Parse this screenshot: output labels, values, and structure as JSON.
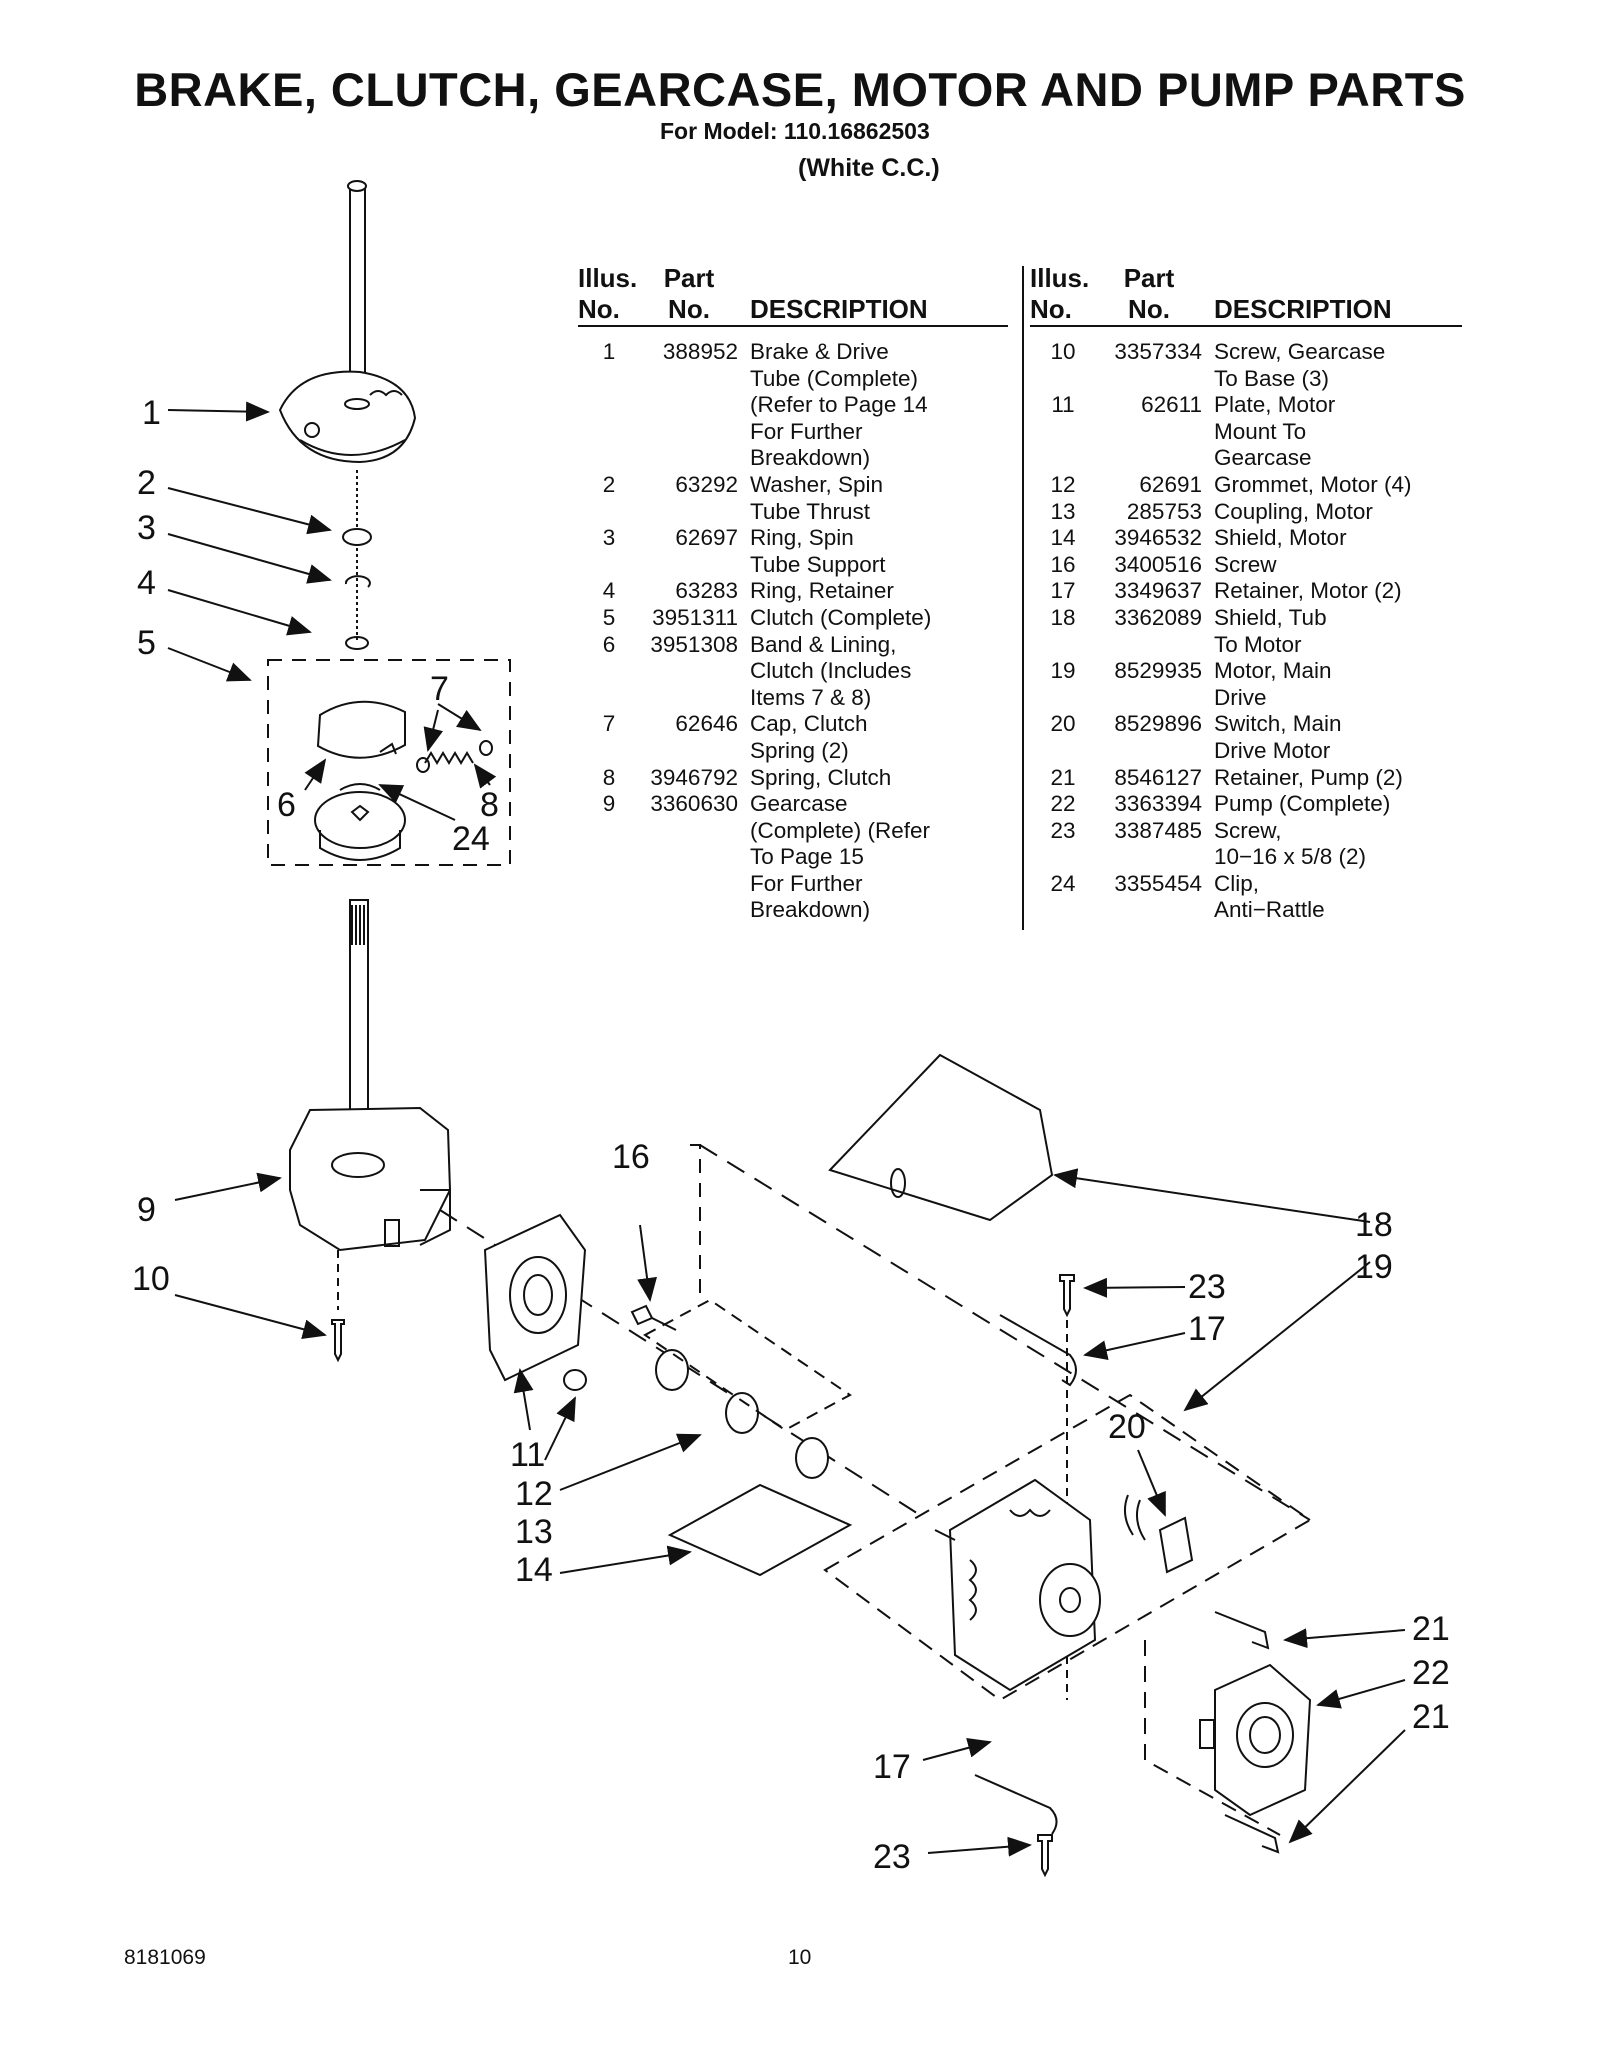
{
  "header": {
    "title": "BRAKE, CLUTCH, GEARCASE, MOTOR AND PUMP PARTS",
    "model_line": "For Model: 110.16862503",
    "color_line": "(White C.C.)"
  },
  "table": {
    "col_illus": "Illus.\nNo.",
    "col_part": "Part\nNo.",
    "col_desc": "DESCRIPTION",
    "left_rows": [
      {
        "illus": "1",
        "part": "388952",
        "desc": "Brake & Drive\nTube (Complete)\n(Refer to Page 14\nFor Further\nBreakdown)"
      },
      {
        "illus": "2",
        "part": "63292",
        "desc": "Washer, Spin\nTube Thrust"
      },
      {
        "illus": "3",
        "part": "62697",
        "desc": "Ring, Spin\nTube Support"
      },
      {
        "illus": "4",
        "part": "63283",
        "desc": "Ring, Retainer"
      },
      {
        "illus": "5",
        "part": "3951311",
        "desc": "Clutch (Complete)"
      },
      {
        "illus": "6",
        "part": "3951308",
        "desc": "Band & Lining,\nClutch (Includes\nItems 7 & 8)"
      },
      {
        "illus": "7",
        "part": "62646",
        "desc": "Cap, Clutch\nSpring (2)"
      },
      {
        "illus": "8",
        "part": "3946792",
        "desc": "Spring, Clutch"
      },
      {
        "illus": "9",
        "part": "3360630",
        "desc": "Gearcase\n(Complete) (Refer\nTo Page 15\nFor Further\nBreakdown)"
      }
    ],
    "right_rows": [
      {
        "illus": "10",
        "part": "3357334",
        "desc": "Screw, Gearcase\nTo Base (3)"
      },
      {
        "illus": "11",
        "part": "62611",
        "desc": "Plate, Motor\nMount To\nGearcase"
      },
      {
        "illus": "12",
        "part": "62691",
        "desc": "Grommet, Motor (4)"
      },
      {
        "illus": "13",
        "part": "285753",
        "desc": "Coupling, Motor"
      },
      {
        "illus": "14",
        "part": "3946532",
        "desc": "Shield, Motor"
      },
      {
        "illus": "16",
        "part": "3400516",
        "desc": "Screw"
      },
      {
        "illus": "17",
        "part": "3349637",
        "desc": "Retainer, Motor (2)"
      },
      {
        "illus": "18",
        "part": "3362089",
        "desc": "Shield, Tub\nTo Motor"
      },
      {
        "illus": "19",
        "part": "8529935",
        "desc": "Motor, Main\nDrive"
      },
      {
        "illus": "20",
        "part": "8529896",
        "desc": "Switch, Main\nDrive Motor"
      },
      {
        "illus": "21",
        "part": "8546127",
        "desc": "Retainer, Pump (2)"
      },
      {
        "illus": "22",
        "part": "3363394",
        "desc": "Pump (Complete)"
      },
      {
        "illus": "23",
        "part": "3387485",
        "desc": "Screw,\n10−16 x 5/8 (2)"
      },
      {
        "illus": "24",
        "part": "3355454",
        "desc": "Clip,\nAnti−Rattle"
      }
    ]
  },
  "callouts": {
    "c1": "1",
    "c2": "2",
    "c3": "3",
    "c4": "4",
    "c5": "5",
    "c6": "6",
    "c7": "7",
    "c8": "8",
    "c24": "24",
    "c9": "9",
    "c10": "10",
    "c11": "11",
    "c12": "12",
    "c13": "13",
    "c14": "14",
    "c16": "16",
    "c18": "18",
    "c19": "19",
    "c20": "20",
    "c17a": "17",
    "c17b": "17",
    "c21a": "21",
    "c21b": "21",
    "c22": "22",
    "c23a": "23",
    "c23b": "23"
  },
  "footer": {
    "doc_number": "8181069",
    "page_number": "10"
  }
}
